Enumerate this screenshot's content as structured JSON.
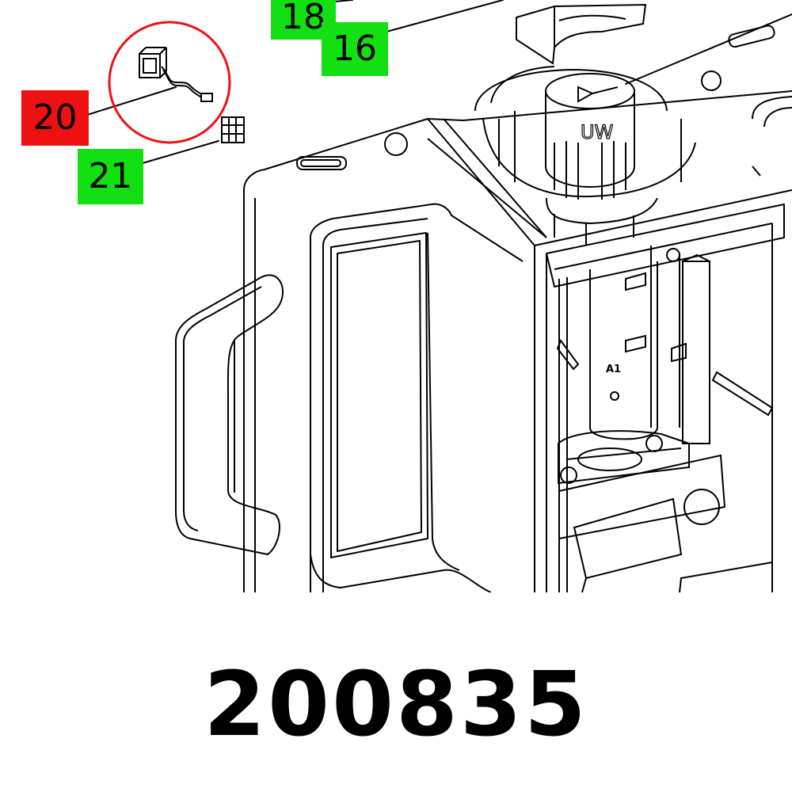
{
  "diagram": {
    "callouts": [
      {
        "id": "c18",
        "label": "18",
        "color": "#12e012"
      },
      {
        "id": "c16",
        "label": "16",
        "color": "#12e012"
      },
      {
        "id": "c20",
        "label": "20",
        "color": "#ee1111",
        "highlighted": true
      },
      {
        "id": "c21",
        "label": "21",
        "color": "#12e012"
      }
    ],
    "highlight_circle_color": "#ee1111",
    "part_number": "200835",
    "cabinet_labels": {
      "motor": "A1",
      "rotor": "UW"
    }
  }
}
